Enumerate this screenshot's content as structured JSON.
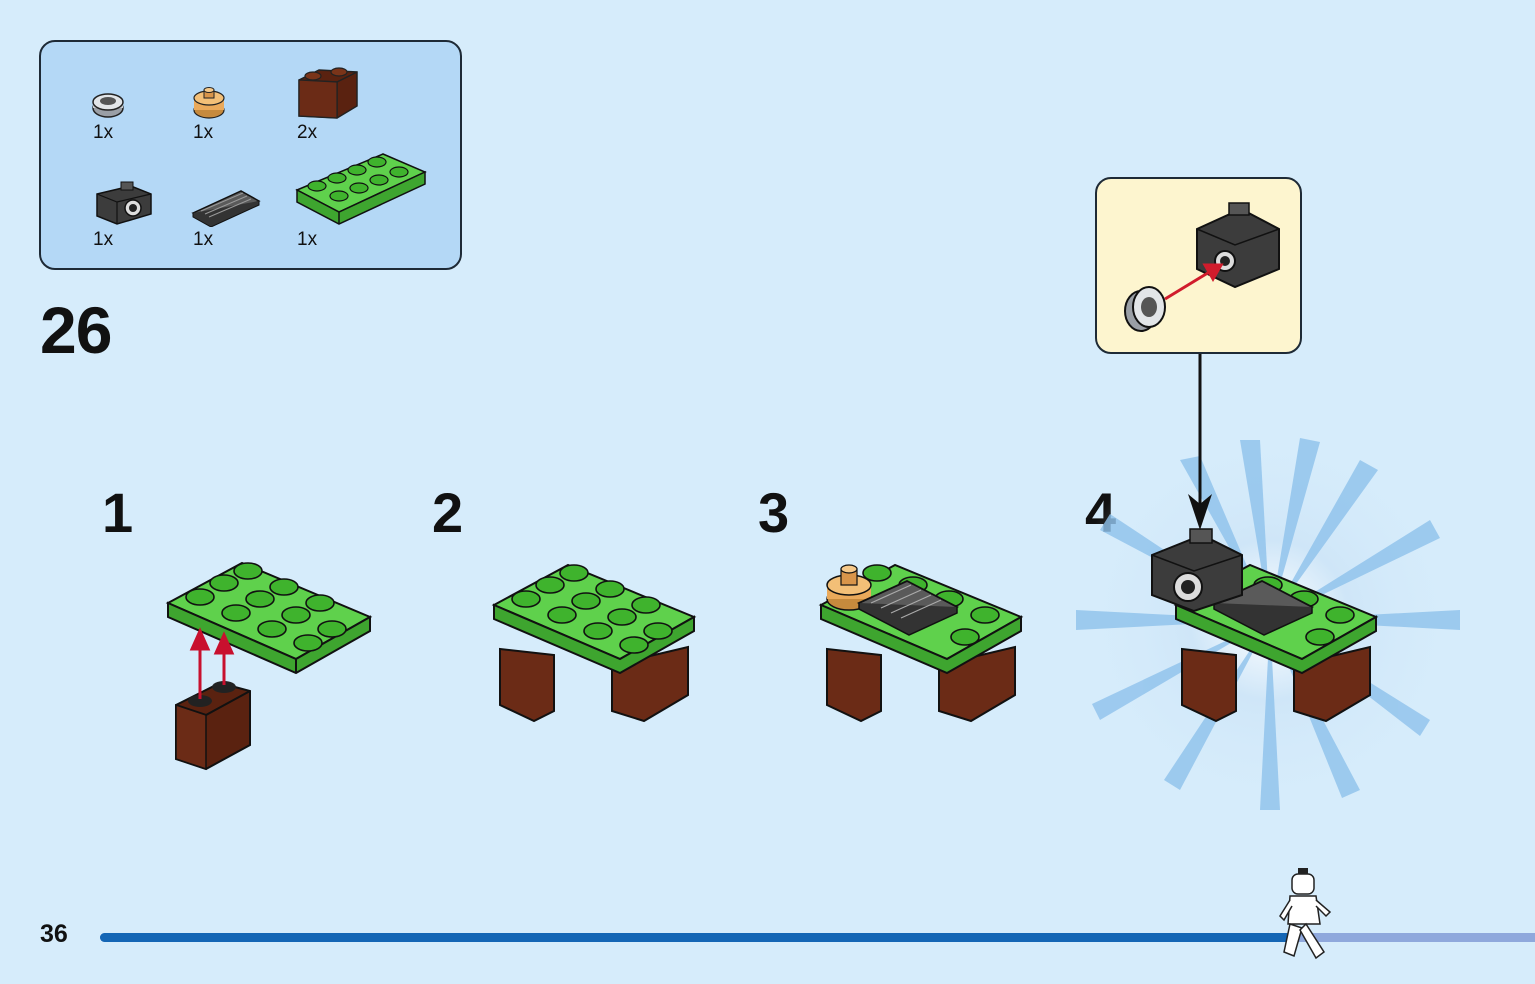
{
  "page_number": "36",
  "step_number": "26",
  "progress": 0.83,
  "parts": [
    {
      "icon": "round-plate-gray-icon",
      "qty": "1x"
    },
    {
      "icon": "round-brick-tan-icon",
      "qty": "1x"
    },
    {
      "icon": "brown-brick-icon",
      "qty": "2x"
    },
    {
      "icon": "camera-icon",
      "qty": "1x"
    },
    {
      "icon": "keyboard-tile-icon",
      "qty": "1x"
    },
    {
      "icon": "green-plate-icon",
      "qty": "1x"
    }
  ],
  "substeps": [
    "1",
    "2",
    "3",
    "4"
  ],
  "colors": {
    "background": "#d6ecfb",
    "green": "#49c43b",
    "brown": "#6b2b16",
    "progress": "#1466b5"
  }
}
